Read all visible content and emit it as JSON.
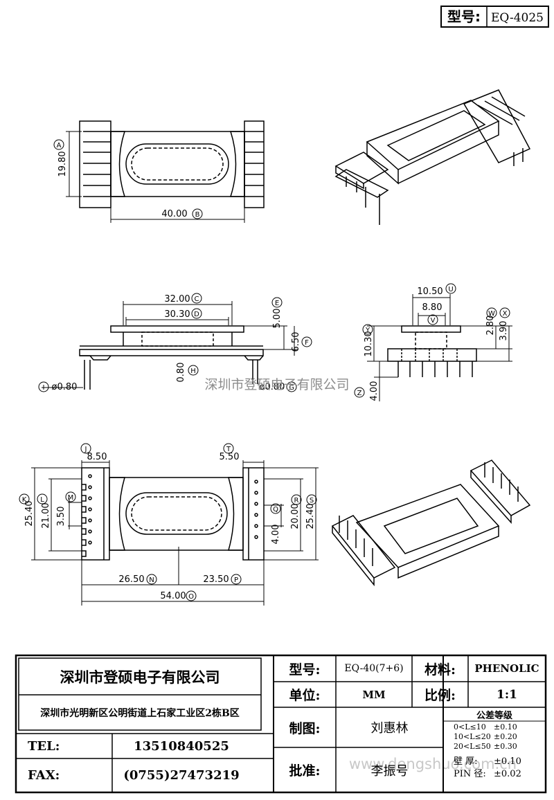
{
  "header": {
    "model_label": "型号:",
    "model_value": "EQ-4025"
  },
  "views": {
    "top": {
      "dims": {
        "A": "19.80",
        "B": "40.00"
      },
      "tags": {
        "A": "A",
        "B": "B"
      }
    },
    "front": {
      "dims": {
        "C": "32.00",
        "D": "30.30",
        "E": "5.00",
        "F": "6.50",
        "H": "0.80",
        "I": "ø0.80",
        "G": "ø0.80"
      },
      "tags": {
        "C": "C",
        "D": "D",
        "E": "E",
        "F": "F",
        "H": "H",
        "I": "I",
        "G": "G"
      }
    },
    "side": {
      "dims": {
        "U": "10.50",
        "V": "8.80",
        "W": "2.80",
        "X": "3.90",
        "Y": "10.30",
        "Z": "4.00"
      },
      "tags": {
        "U": "U",
        "V": "V",
        "W": "W",
        "X": "X",
        "Y": "Y",
        "Z": "Z"
      }
    },
    "bottom": {
      "dims": {
        "J": "8.50",
        "T": "5.50",
        "K": "25.40",
        "L": "21.00",
        "M": "3.50",
        "Q": "4.00",
        "R": "20.00",
        "S": "25.40",
        "N": "26.50",
        "P": "23.50",
        "O": "54.00"
      },
      "tags": {
        "J": "J",
        "T": "T",
        "K": "K",
        "L": "L",
        "M": "M",
        "Q": "Q",
        "R": "R",
        "S": "S",
        "N": "N",
        "P": "P",
        "O": "O"
      }
    }
  },
  "watermark": {
    "center": "深圳市登硕电子有限公司",
    "bottom": "www.dengshuo.com.cn"
  },
  "title_block": {
    "company": "深圳市登硕电子有限公司",
    "address": "深圳市光明新区公明街道上石家工业区2栋B区",
    "tel_label": "TEL:",
    "tel_value": "13510840525",
    "fax_label": "FAX:",
    "fax_value": "(0755)27473219",
    "model_label": "型号:",
    "model_value": "EQ-40(7+6)",
    "material_label": "材料:",
    "material_value": "PHENOLIC",
    "unit_label": "单位:",
    "unit_value": "MM",
    "scale_label": "比例:",
    "scale_value": "1:1",
    "drawn_label": "制图:",
    "drawn_value": "刘惠林",
    "approved_label": "批准:",
    "approved_value": "李振号",
    "tolerance_title": "公差等级",
    "tolerances": [
      {
        "range": "0<L≤10",
        "value": "±0.10"
      },
      {
        "range": "10<L≤20",
        "value": "±0.20"
      },
      {
        "range": "20<L≤50",
        "value": "±0.30"
      },
      {
        "range": "壁 厚:",
        "value": "±0.10"
      },
      {
        "range": "PIN 径:",
        "value": "±0.02"
      }
    ]
  }
}
